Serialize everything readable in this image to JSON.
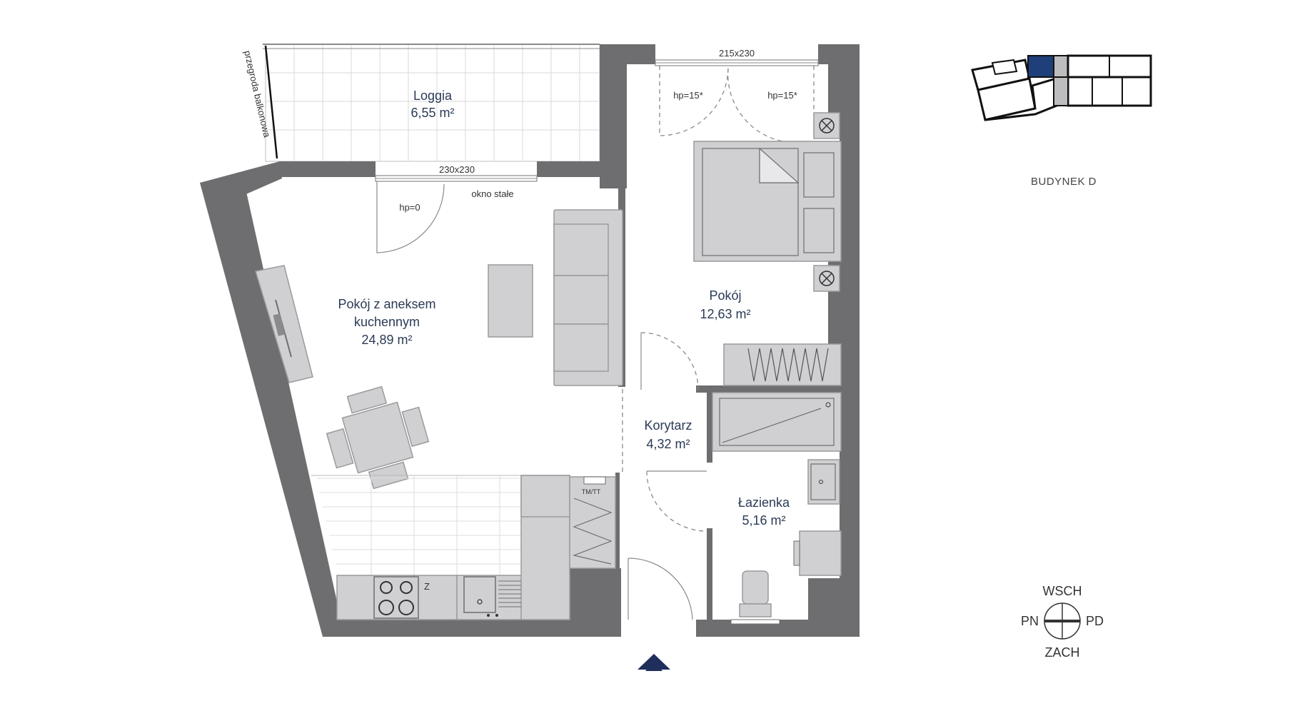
{
  "rooms": {
    "loggia": {
      "name": "Loggia",
      "area": "6,55 m²"
    },
    "living": {
      "name_line1": "Pokój z aneksem",
      "name_line2": "kuchennym",
      "area": "24,89 m²"
    },
    "bedroom": {
      "name": "Pokój",
      "area": "12,63 m²"
    },
    "corridor": {
      "name": "Korytarz",
      "area": "4,32 m²"
    },
    "bathroom": {
      "name": "Łazienka",
      "area": "5,16 m²"
    }
  },
  "annotations": {
    "balcony_divider": "przegroda balkonowa",
    "window_loggia_size": "230x230",
    "window_loggia_hp": "hp=0",
    "fixed_window": "okno stałe",
    "window_bedroom_size": "215x230",
    "bedroom_hp_left": "hp=15*",
    "bedroom_hp_right": "hp=15*",
    "appliance_label": "TM/TT",
    "hob_mark": "Z"
  },
  "building": {
    "label": "BUDYNEK D",
    "highlight_color": "#1f3f7a"
  },
  "compass": {
    "north": "WSCH",
    "south": "ZACH",
    "west": "PN",
    "east": "PD"
  },
  "entrance_marker_color": "#1f2e5a",
  "colors": {
    "wall": "#6e6e70",
    "furniture": "#d0d0d2",
    "text": "#2b3a55"
  }
}
